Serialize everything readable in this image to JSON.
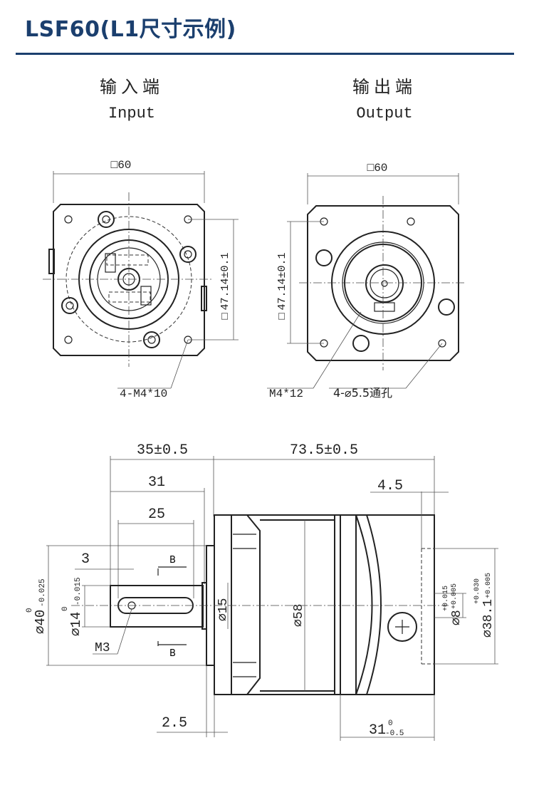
{
  "header": {
    "title": "LSF60(L1尺寸示例)",
    "accent_color": "#1b3f6e"
  },
  "input_view": {
    "label_cn": "输入端",
    "label_en": "Input",
    "dim_square": "□60",
    "dim_pcd": "47.14±0.1",
    "dim_pcd_prefix": "□",
    "note_holes": "4-M4*10"
  },
  "output_view": {
    "label_cn": "输出端",
    "label_en": "Output",
    "dim_square": "□60",
    "dim_pcd": "47.14±0.1",
    "dim_pcd_prefix": "□",
    "note_tap": "M4*12",
    "note_holes": "4-⌀5.5通孔"
  },
  "side_view": {
    "dim_total_input": "35±0.5",
    "dim_total_output": "73.5±0.5",
    "dim_31": "31",
    "dim_25": "25",
    "dim_3": "3",
    "section_label": "B",
    "dim_d40": "⌀40",
    "dim_d40_tol_upper": "0",
    "dim_d40_tol_lower": "-0.025",
    "dim_d14": "⌀14",
    "dim_d14_tol_upper": "0",
    "dim_d14_tol_lower": "-0.015",
    "dim_m3": "M3",
    "dim_d15": "⌀15",
    "dim_d58": "⌀58",
    "dim_4_5": "4.5",
    "dim_d8": "⌀8",
    "dim_d8_tol_upper": "+0.015",
    "dim_d8_tol_lower": "+0.005",
    "dim_d38": "⌀38.1",
    "dim_d38_tol_upper": "+0.030",
    "dim_d38_tol_lower": "+0.005",
    "dim_2_5": "2.5",
    "dim_31_out": "31",
    "dim_31_out_tol_upper": "0",
    "dim_31_out_tol_lower": "-0.5"
  }
}
